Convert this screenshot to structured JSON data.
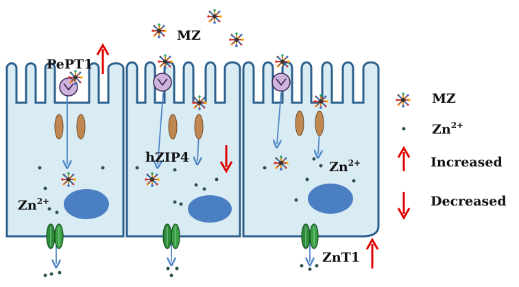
{
  "diagram": {
    "labels": {
      "mz_top": "MZ",
      "pept1": "PePT1",
      "hzip4": "hZIP4",
      "zn_left_base": "Zn",
      "zn_left_sup": "2+",
      "zn_right_base": "Zn",
      "zn_right_sup": "2+",
      "znt1": "ZnT1"
    },
    "legend": {
      "mz": "MZ",
      "zn_base": "Zn",
      "zn_sup": "2+",
      "increased": "Increased",
      "decreased": "Decreased"
    },
    "regulation": {
      "PePT1": "increased",
      "hZIP4": "decreased",
      "ZnT1": "increased"
    },
    "colors": {
      "cell_fill": "#d9ebf3",
      "cell_outline": "#2b5f8c",
      "nucleus": "#4a7fc4",
      "transporter_pept1": "#cfb3dc",
      "transporter_zip4": "#c08850",
      "transporter_znt1": "#2e8b3a",
      "arrow_blue": "#4f86c6",
      "zinc_dot": "#2f4f4f",
      "up_arrow": "#e00000",
      "down_arrow": "#e00000"
    },
    "icons": {
      "mz": "mz-complex-icon",
      "zn": "zinc-ion-dot-icon"
    }
  }
}
